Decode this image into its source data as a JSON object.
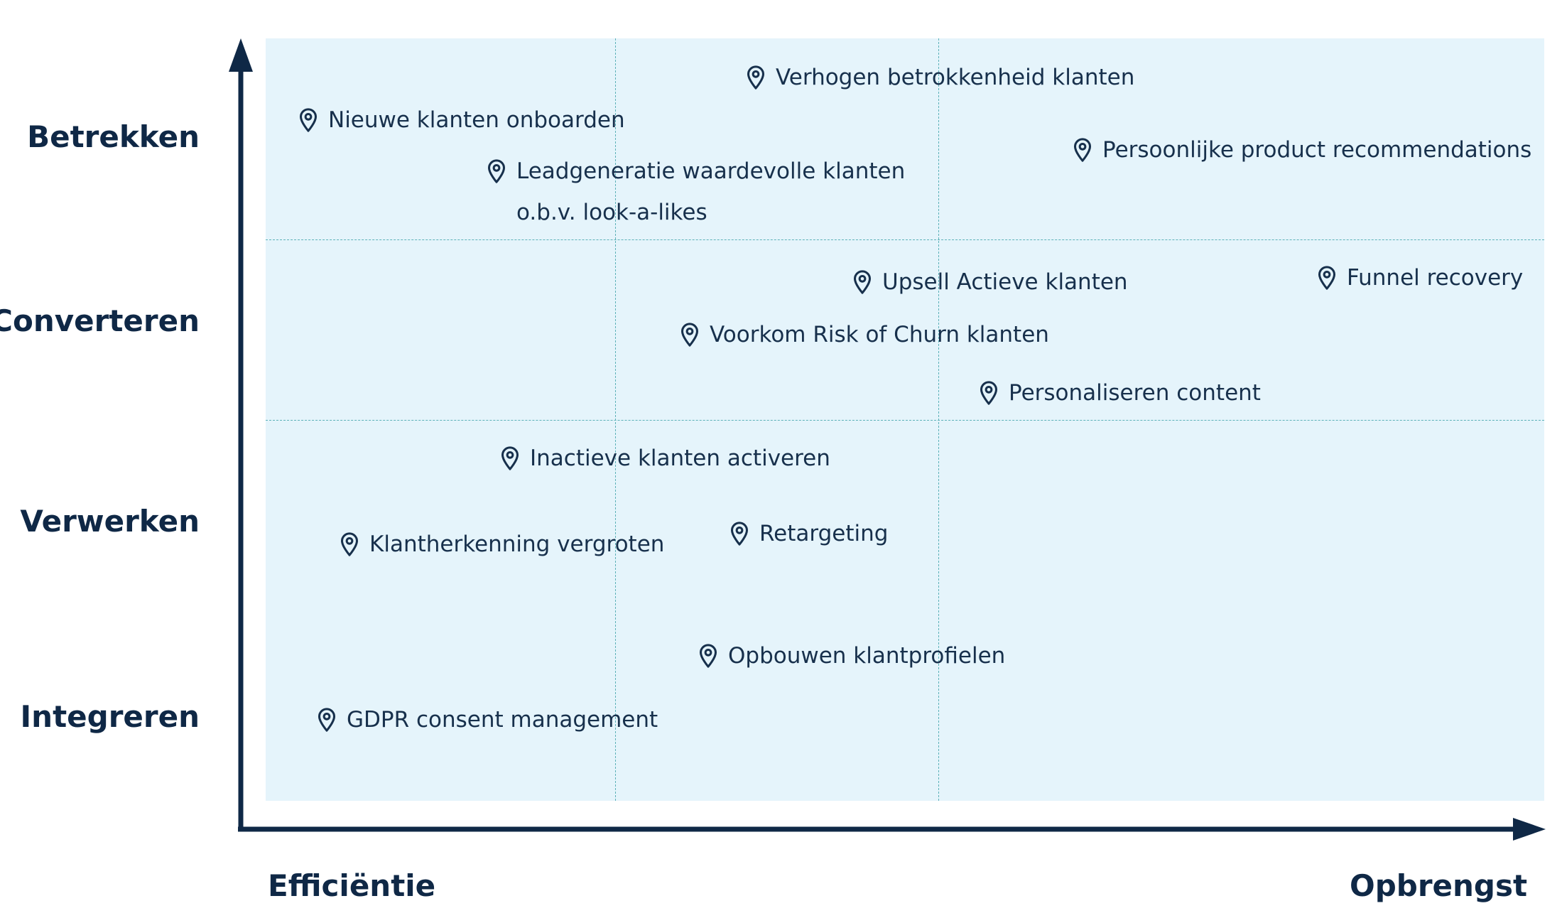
{
  "y_axis": {
    "labels": [
      {
        "id": "betrekken",
        "text": "Betrekken"
      },
      {
        "id": "converteren",
        "text": "Converteren"
      },
      {
        "id": "verwerken",
        "text": "Verwerken"
      },
      {
        "id": "integreren",
        "text": "Integreren"
      }
    ]
  },
  "x_axis": {
    "left_label": "Efficiëntie",
    "right_label": "Opbrengst"
  },
  "items": [
    {
      "id": "verhogen-betrokkenheid-klanten",
      "lines": [
        "Verhogen betrokkenheid klanten"
      ]
    },
    {
      "id": "nieuwe-klanten-onboarden",
      "lines": [
        "Nieuwe klanten onboarden"
      ]
    },
    {
      "id": "persoonlijke-product-recommendations",
      "lines": [
        "Persoonlijke product recommendations"
      ]
    },
    {
      "id": "leadgeneratie-waardevolle-klanten",
      "lines": [
        "Leadgeneratie waardevolle klanten",
        "o.b.v. look-a-likes"
      ]
    },
    {
      "id": "upsell-actieve-klanten",
      "lines": [
        "Upsell Actieve klanten"
      ]
    },
    {
      "id": "funnel-recovery",
      "lines": [
        "Funnel recovery"
      ]
    },
    {
      "id": "voorkom-risk-of-churn-klanten",
      "lines": [
        "Voorkom Risk of Churn klanten"
      ]
    },
    {
      "id": "personaliseren-content",
      "lines": [
        "Personaliseren content"
      ]
    },
    {
      "id": "inactieve-klanten-activeren",
      "lines": [
        "Inactieve klanten activeren"
      ]
    },
    {
      "id": "klantherkenning-vergroten",
      "lines": [
        "Klantherkenning vergroten"
      ]
    },
    {
      "id": "retargeting",
      "lines": [
        "Retargeting"
      ]
    },
    {
      "id": "opbouwen-klantprofielen",
      "lines": [
        "Opbouwen klantprofielen"
      ]
    },
    {
      "id": "gdpr-consent-management",
      "lines": [
        "GDPR consent management"
      ]
    }
  ],
  "colors": {
    "plot_background": "#e5f4fb",
    "grid_line": "#5cb1b8",
    "axis": "#0f2846",
    "text": "#17304c"
  },
  "icons": {
    "item_marker": "location-pin-icon"
  }
}
